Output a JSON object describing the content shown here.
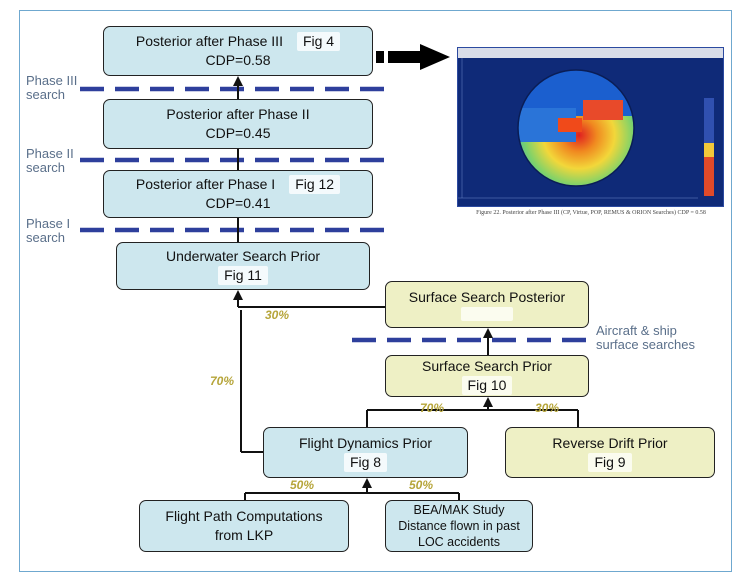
{
  "boxes": {
    "posterior3": {
      "title": "Posterior after Phase III",
      "fig": "Fig 4",
      "cdp": "CDP=0.58"
    },
    "posterior2": {
      "title": "Posterior after Phase II",
      "cdp": "CDP=0.45"
    },
    "posterior1": {
      "title": "Posterior after Phase I",
      "fig": "Fig 12",
      "cdp": "CDP=0.41"
    },
    "underwater": {
      "title": "Underwater Search Prior",
      "fig": "Fig 11"
    },
    "surface_posterior": {
      "title": "Surface Search Posterior"
    },
    "surface_prior": {
      "title": "Surface Search Prior",
      "fig": "Fig 10"
    },
    "flight_dynamics": {
      "title": "Flight Dynamics Prior",
      "fig": "Fig 8"
    },
    "reverse_drift": {
      "title": "Reverse Drift Prior",
      "fig": "Fig 9"
    },
    "flight_path": {
      "line1": "Flight Path Computations",
      "line2": "from LKP"
    },
    "bea_mak": {
      "line1": "BEA/MAK Study",
      "line2": "Distance flown in past",
      "line3": "LOC accidents"
    }
  },
  "search_labels": {
    "phase3": [
      "Phase III",
      "search"
    ],
    "phase2": [
      "Phase II",
      "search"
    ],
    "phase1": [
      "Phase I",
      "search"
    ],
    "surface": [
      "Aircraft & ship",
      "surface searches"
    ]
  },
  "weights": {
    "surface_to_underwater": "30%",
    "flight_to_underwater": "70%",
    "flight_to_surface": "70%",
    "drift_to_surface": "30%",
    "path_to_flight": "50%",
    "bea_to_flight": "50%"
  },
  "colors": {
    "blue_box": "#cde7ee",
    "yellow_box": "#eef0c5",
    "dash_line": "#2e3f9c",
    "weight_text": "#b6a53a"
  },
  "thumbnail_caption": "Figure 22. Posterior after Phase III (CP, Virtue, POP, REMUS & ORION Searches) CDP = 0.58"
}
